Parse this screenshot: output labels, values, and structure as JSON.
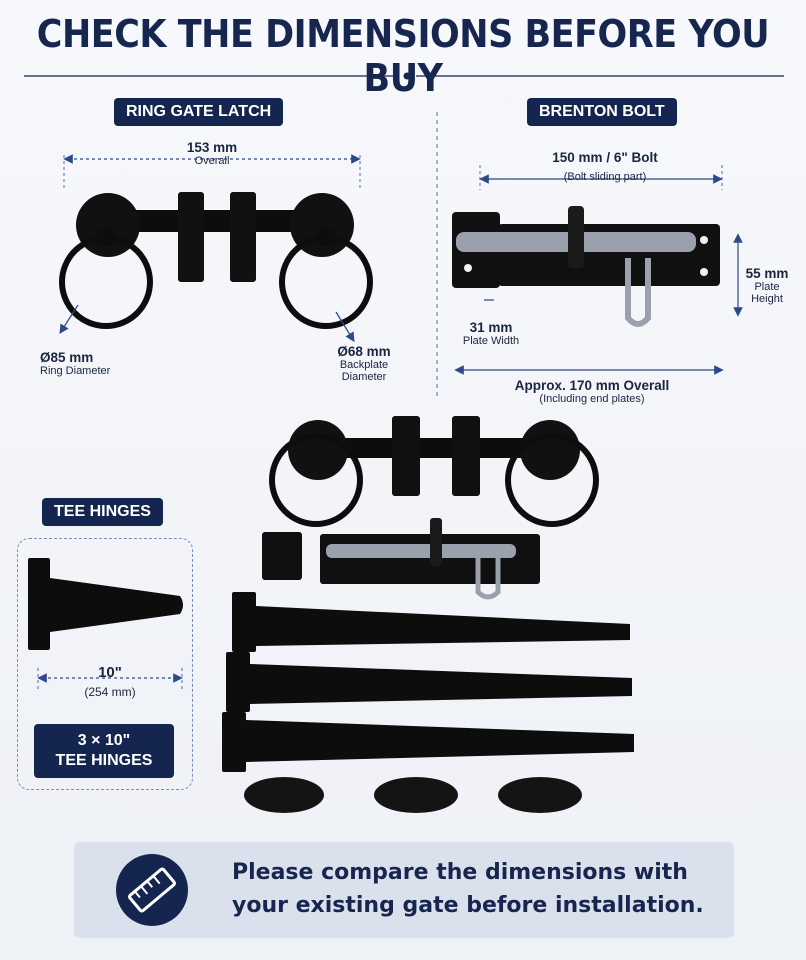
{
  "header": {
    "title": "CHECK THE DIMENSIONS BEFORE YOU BUY"
  },
  "ring_gate_latch": {
    "section_label": "RING GATE LATCH",
    "overall_value": "153 mm",
    "overall_caption": "Overall",
    "ring_value": "Ø85 mm",
    "ring_caption": "Ring Diameter",
    "backplate_value": "Ø68 mm",
    "backplate_caption_1": "Backplate",
    "backplate_caption_2": "Diameter"
  },
  "brenton_bolt": {
    "section_label": "BRENTON BOLT",
    "bolt_value": "150 mm / 6\" Bolt",
    "bolt_caption": "(Bolt sliding part)",
    "height_value": "55 mm",
    "height_caption_1": "Plate",
    "height_caption_2": "Height",
    "width_value": "31 mm",
    "width_caption": "Plate Width",
    "overall_value": "Approx. 170 mm Overall",
    "overall_caption": "(Including end plates)"
  },
  "tee_hinges": {
    "section_label": "TEE HINGES",
    "length_value": "10\"",
    "length_caption": "(254 mm)",
    "badge_line_1": "3 × 10\"",
    "badge_line_2": "TEE HINGES"
  },
  "footer": {
    "line_1": "Please compare the dimensions with",
    "line_2": "your existing gate before installation.",
    "icon": "ruler-icon"
  },
  "colors": {
    "navy": "#142650",
    "dim_line": "#4a6fb5",
    "panel": "#dbe1ec"
  }
}
